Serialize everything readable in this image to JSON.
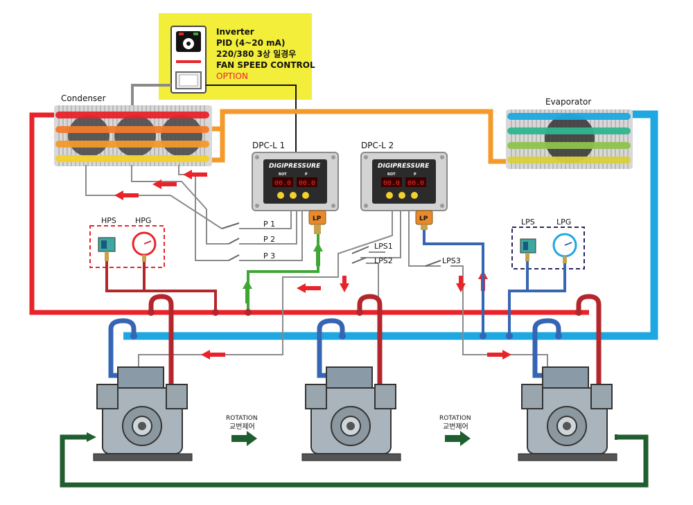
{
  "inverter": {
    "line1": "Inverter",
    "line2": "PID (4~20 mA)",
    "line3": "220/380 3상 일경우",
    "line4": "FAN SPEED CONTROL",
    "option": "OPTION"
  },
  "condenser_label": "Condenser",
  "evaporator_label": "Evaporator",
  "dpc1": {
    "title": "DPC-L 1",
    "brand": "DIGIPRESSURE",
    "display_left": "00.0",
    "display_right": "00.0",
    "hdr_left": "ROT",
    "hdr_right": "P",
    "port": "LP"
  },
  "dpc2": {
    "title": "DPC-L 2",
    "brand": "DIGIPRESSURE",
    "display_left": "00.0",
    "display_right": "00.0",
    "hdr_left": "ROT",
    "hdr_right": "P",
    "port": "LP"
  },
  "switches": {
    "p1": "P 1",
    "p2": "P 2",
    "p3": "P 3",
    "lps1": "LPS1",
    "lps2": "LPS2",
    "lps3": "LPS3"
  },
  "high_side": {
    "hps": "HPS",
    "hpg": "HPG"
  },
  "low_side": {
    "lps": "LPS",
    "lpg": "LPG"
  },
  "rotation": [
    {
      "en": "ROTATION",
      "ko": "교번제어"
    },
    {
      "en": "ROTATION",
      "ko": "교번제어"
    }
  ],
  "colors": {
    "inverter_bg": "#f3ee3a",
    "red_line": "#e8232a",
    "dark_red": "#b3262c",
    "blue_line": "#1ea7e1",
    "dark_blue": "#3565b3",
    "orange_line": "#f39a2b",
    "green_line": "#1f5e2f",
    "gray_line": "#8a8a8a",
    "up_arrow_green": "#3fa535"
  }
}
